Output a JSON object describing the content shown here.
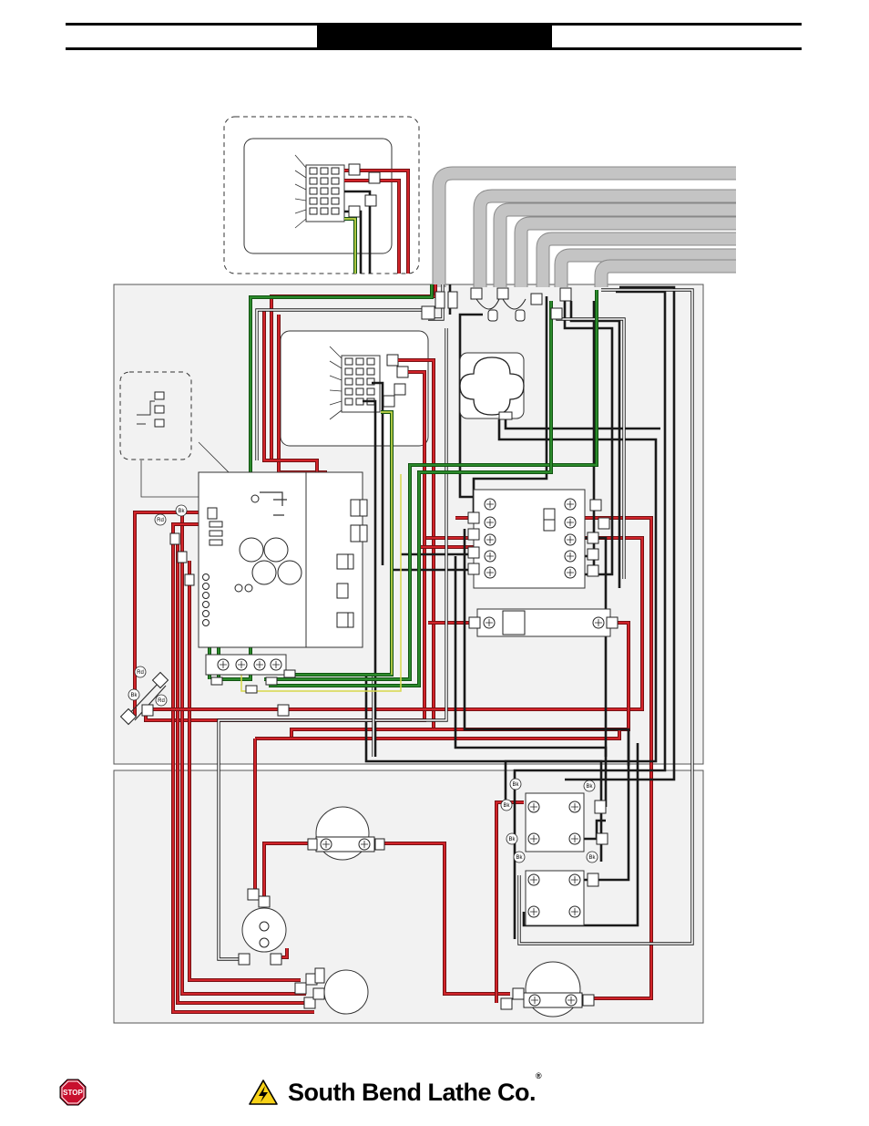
{
  "footer": {
    "brand_name": "South Bend Lathe Co.",
    "registered_mark": "®",
    "stop_label": "STOP"
  },
  "wire_labels": {
    "bk": "Bk",
    "rd": "Rd"
  },
  "colors": {
    "wire_red": "#d1242a",
    "wire_black": "#1a1a1a",
    "wire_green": "#2c8a2c",
    "wire_yellow": "#d8d84a",
    "conduit_gray": "#c4c4c4",
    "panel_border": "#555555",
    "stop_red": "#c8102e",
    "warning_yellow": "#f7d117"
  },
  "icons": [
    "warning-triangle-icon",
    "stop-sign-icon"
  ]
}
